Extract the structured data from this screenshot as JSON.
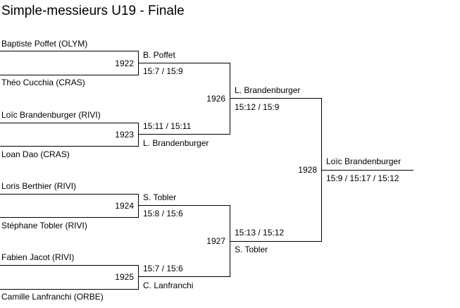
{
  "title": "Simple-messieurs  U19 - Finale",
  "round1": [
    {
      "match": "1922",
      "player_top": "Baptiste Poffet (OLYM)",
      "player_bottom": "Théo Cucchia (CRAS)"
    },
    {
      "match": "1923",
      "player_top": "Loïc Brandenburger (RIVI)",
      "player_bottom": "Loan Dao (CRAS)"
    },
    {
      "match": "1924",
      "player_top": "Loris Berthier (RIVI)",
      "player_bottom": "Stéphane Tobler (RIVI)"
    },
    {
      "match": "1925",
      "player_top": "Fabien Jacot (RIVI)",
      "player_bottom": "Camille Lanfranchi (ORBE)"
    }
  ],
  "round1_results": [
    {
      "winner": "B. Poffet",
      "score": "15:7 / 15:9"
    },
    {
      "winner": "L. Brandenburger",
      "score": "15:11 / 15:11"
    },
    {
      "winner": "S. Tobler",
      "score": "15:8 / 15:6"
    },
    {
      "winner": "C. Lanfranchi",
      "score": "15:7 / 15:6"
    }
  ],
  "round2": [
    {
      "match": "1926",
      "winner": "L. Brandenburger",
      "score": "15:12 / 15:9"
    },
    {
      "match": "1927",
      "winner": "S. Tobler",
      "score": "15:13 / 15:12"
    }
  ],
  "final": {
    "match": "1928",
    "winner": "Loïc Brandenburger",
    "score": "15:9 / 15:17 / 15:12"
  }
}
